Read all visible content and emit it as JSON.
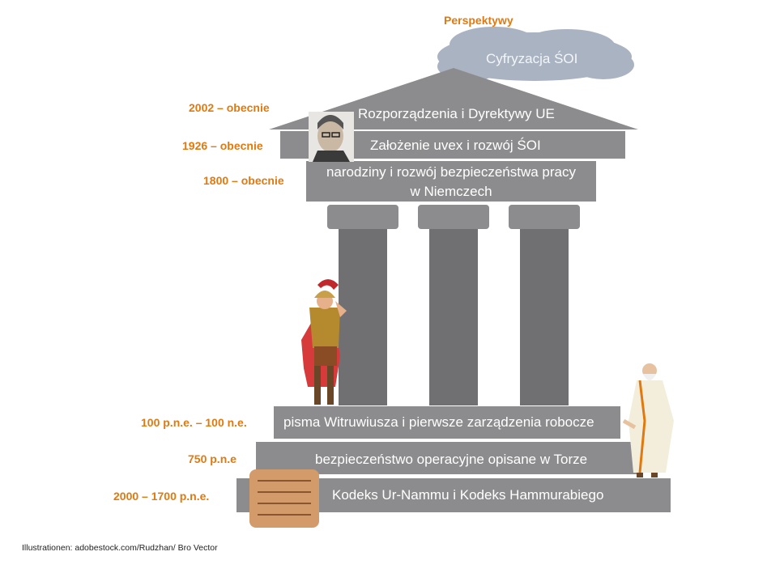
{
  "header": {
    "title": "Perspektywy"
  },
  "cloud": {
    "label": "Cyfryzacja ŚOI"
  },
  "tiers": [
    {
      "date": "2002 – obecnie",
      "text": "Rozporządzenia i Dyrektywy UE"
    },
    {
      "date": "1926 – obecnie",
      "text": "Założenie uvex i rozwój ŚOI"
    },
    {
      "date": "1800 – obecnie",
      "text_line1": "narodziny i rozwój bezpieczeństwa pracy",
      "text_line2": "w Niemczech"
    },
    {
      "date": "100 p.n.e. – 100 n.e.",
      "text": "pisma Witruwiusza i pierwsze zarządzenia robocze"
    },
    {
      "date": "750 p.n.e",
      "text": "bezpieczeństwo operacyjne opisane w Torze"
    },
    {
      "date": "2000 – 1700 p.n.e.",
      "text": "Kodeks Ur-Nammu i Kodeks Hammurabiego"
    }
  ],
  "credit": "Illustrationen: adobestock.com/Rudzhan/ Bro Vector",
  "colors": {
    "accent": "#e07a10",
    "slab": "#8c8c8e",
    "column": "#707072",
    "cloud": "#a9b3c1"
  }
}
